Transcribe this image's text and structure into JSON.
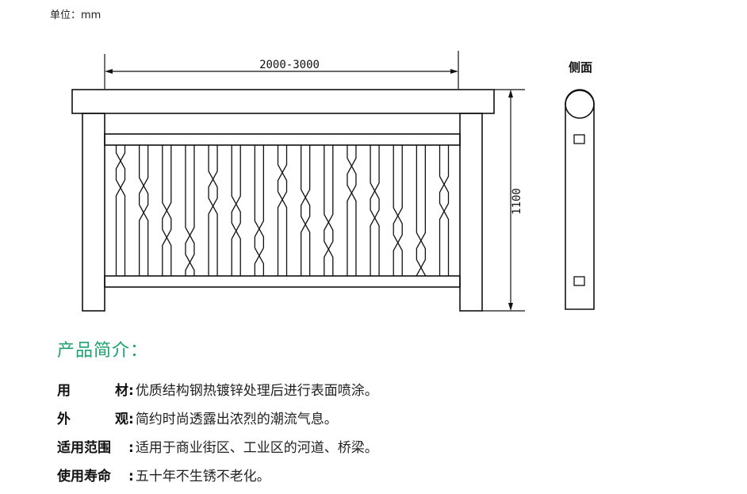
{
  "header": {
    "unit_label": "单位：mm"
  },
  "drawing": {
    "width_dimension": "2000-3000",
    "height_dimension": "1100",
    "side_view_label": "侧面"
  },
  "intro": {
    "title": "产品简介：",
    "specs": [
      {
        "label_a": "用",
        "label_b": "材",
        "value": "优质结构钢热镀锌处理后进行表面喷涂。"
      },
      {
        "label_a": "外",
        "label_b": "观",
        "value": "简约时尚透露出浓烈的潮流气息。"
      },
      {
        "label": "适用范围",
        "value": "适用于商业街区、工业区的河道、桥梁。"
      },
      {
        "label": "使用寿命",
        "value": "五十年不生锈不老化。"
      }
    ],
    "colon": ":"
  },
  "colors": {
    "accent": "#1aa36b",
    "line": "#111111"
  }
}
